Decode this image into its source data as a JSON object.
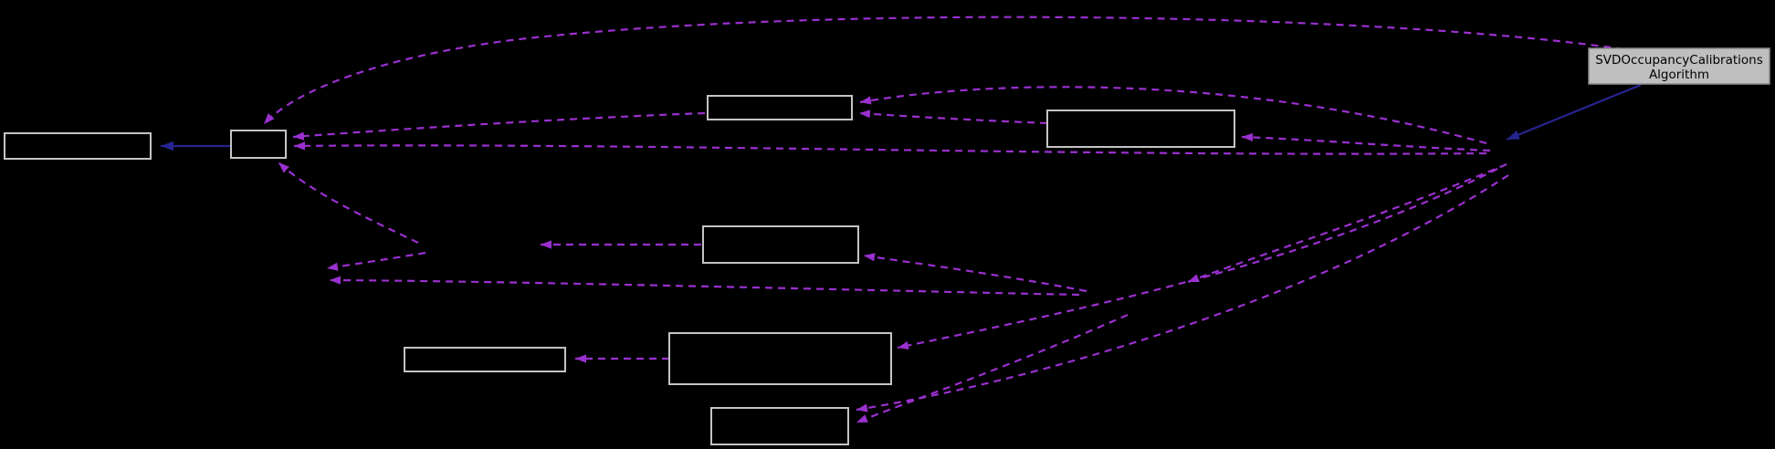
{
  "diagram": {
    "type": "collaboration-graph",
    "highlight_node": {
      "label_line1": "SVDOccupancyCalibrations",
      "label_line2": "Algorithm"
    },
    "colors": {
      "background": "#000000",
      "node_border": "#c4c4c4",
      "node_fill": "#000000",
      "highlight_fill": "#bfbfbf",
      "highlight_border": "#8c8c8c",
      "highlight_text": "#000000",
      "usage_edge": "#9b30d0",
      "inheritance_edge": "#26248f"
    },
    "counts": {
      "plain_nodes": "8",
      "usage_edges": "16",
      "inheritance_edges": "2"
    }
  }
}
